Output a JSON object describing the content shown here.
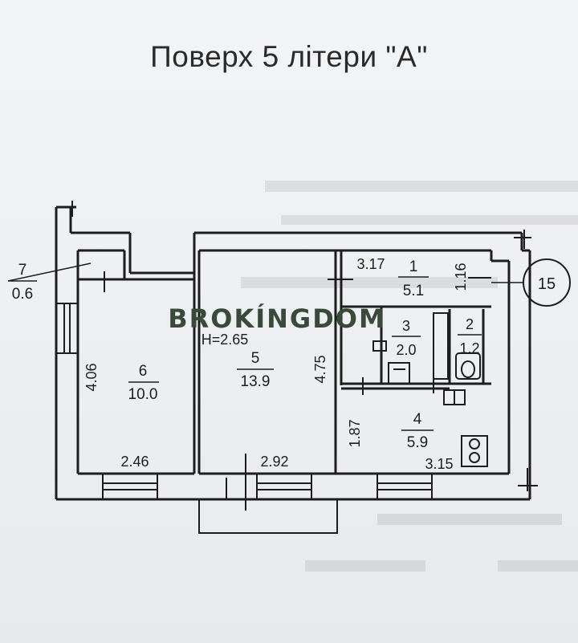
{
  "title": "Поверх 5 літери \"А\"",
  "watermark": "BROKÍNGDOM",
  "height_note": "H=2.65",
  "section_marker": "15",
  "rooms": [
    {
      "number": "1",
      "area": "5.1"
    },
    {
      "number": "2",
      "area": "1.2"
    },
    {
      "number": "3",
      "area": "2.0"
    },
    {
      "number": "4",
      "area": "5.9"
    },
    {
      "number": "5",
      "area": "13.9"
    },
    {
      "number": "6",
      "area": "10.0"
    },
    {
      "number": "7",
      "area": "0.6"
    }
  ],
  "dimensions": {
    "room6_width": "2.46",
    "room6_length": "4.06",
    "room5_width": "2.92",
    "room5_length": "4.75",
    "room1_width": "3.17",
    "room1_length": "1.16",
    "room4_length": "1.87",
    "room4_width": "3.15"
  },
  "colors": {
    "ink": "#1d1d1d",
    "paper": "#eef0f3",
    "watermark": "#3a4a3a"
  }
}
